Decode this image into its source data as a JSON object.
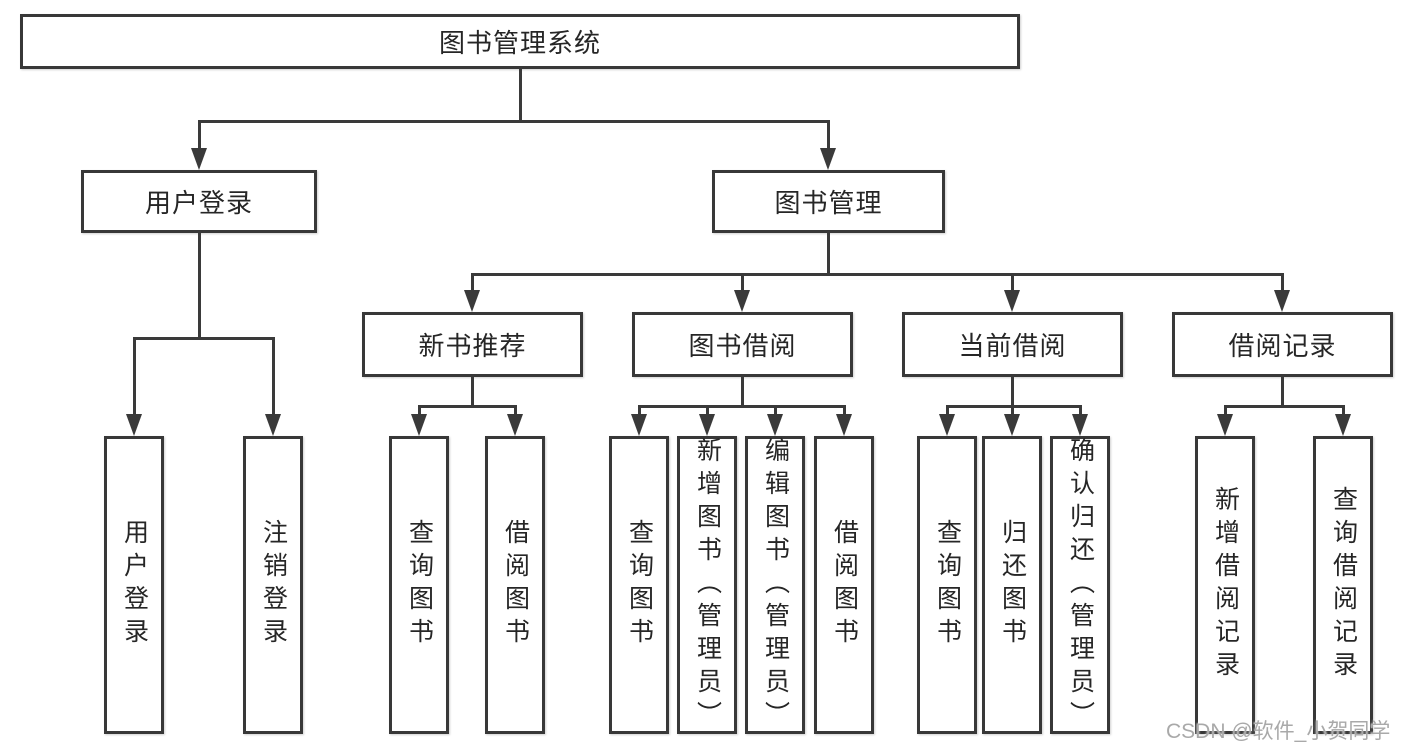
{
  "tree": {
    "label": "图书管理系统",
    "children": [
      {
        "label": "用户登录",
        "children": [
          {
            "label": "用户登录"
          },
          {
            "label": "注销登录"
          }
        ]
      },
      {
        "label": "图书管理",
        "children": [
          {
            "label": "新书推荐",
            "children": [
              {
                "label": "查询图书"
              },
              {
                "label": "借阅图书"
              }
            ]
          },
          {
            "label": "图书借阅",
            "children": [
              {
                "label": "查询图书"
              },
              {
                "label": "新增图书（管理员）"
              },
              {
                "label": "编辑图书（管理员）"
              },
              {
                "label": "借阅图书"
              }
            ]
          },
          {
            "label": "当前借阅",
            "children": [
              {
                "label": "查询图书"
              },
              {
                "label": "归还图书"
              },
              {
                "label": "确认归还（管理员）"
              }
            ]
          },
          {
            "label": "借阅记录",
            "children": [
              {
                "label": "新增借阅记录"
              },
              {
                "label": "查询借阅记录"
              }
            ]
          }
        ]
      }
    ]
  },
  "watermark": {
    "text": "CSDN @软件_小贺同学"
  },
  "colors": {
    "line": "#3a3a3a",
    "border": "#383838",
    "text": "#262626",
    "watermark": "#a9a9a9",
    "background": "#ffffff"
  }
}
